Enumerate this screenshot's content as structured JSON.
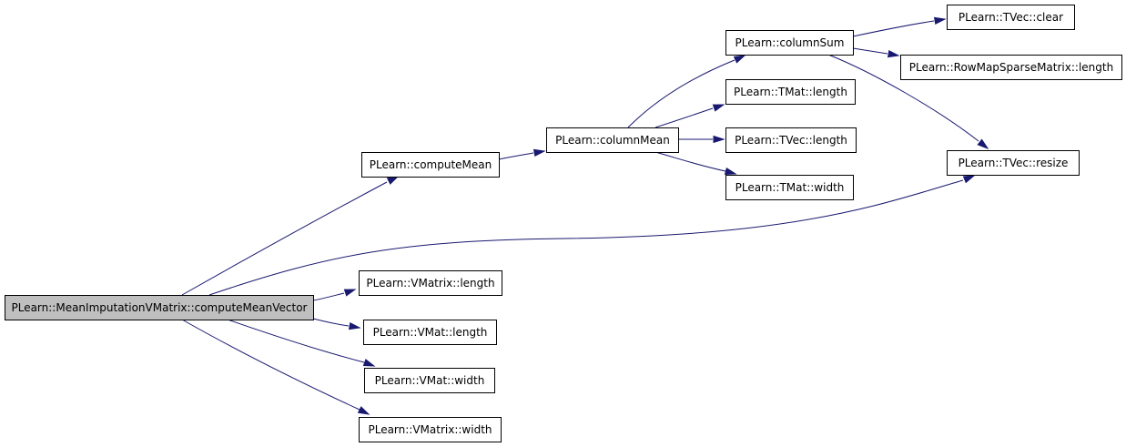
{
  "diagram": {
    "type": "call-graph",
    "colors": {
      "edge": "#191970",
      "node_fill": "#ffffff",
      "root_fill": "#bfbfbf",
      "node_border": "#000000"
    },
    "nodes": [
      {
        "id": "root",
        "label": "PLearn::MeanImputationVMatrix::computeMeanVector",
        "root": true
      },
      {
        "id": "computeMean",
        "label": "PLearn::computeMean"
      },
      {
        "id": "columnMean",
        "label": "PLearn::columnMean"
      },
      {
        "id": "columnSum",
        "label": "PLearn::columnSum"
      },
      {
        "id": "tvecClear",
        "label": "PLearn::TVec::clear"
      },
      {
        "id": "rowmapLength",
        "label": "PLearn::RowMapSparseMatrix::length"
      },
      {
        "id": "tmatLength",
        "label": "PLearn::TMat::length"
      },
      {
        "id": "tvecLength",
        "label": "PLearn::TVec::length"
      },
      {
        "id": "tvecResize",
        "label": "PLearn::TVec::resize"
      },
      {
        "id": "tmatWidth",
        "label": "PLearn::TMat::width"
      },
      {
        "id": "vmatrixLength",
        "label": "PLearn::VMatrix::length"
      },
      {
        "id": "vmatLength",
        "label": "PLearn::VMat::length"
      },
      {
        "id": "vmatWidth",
        "label": "PLearn::VMat::width"
      },
      {
        "id": "vmatrixWidth",
        "label": "PLearn::VMatrix::width"
      }
    ],
    "edges": [
      {
        "from": "root",
        "to": "computeMean"
      },
      {
        "from": "root",
        "to": "tvecResize"
      },
      {
        "from": "root",
        "to": "vmatrixLength"
      },
      {
        "from": "root",
        "to": "vmatLength"
      },
      {
        "from": "root",
        "to": "vmatWidth"
      },
      {
        "from": "root",
        "to": "vmatrixWidth"
      },
      {
        "from": "computeMean",
        "to": "columnMean"
      },
      {
        "from": "columnMean",
        "to": "columnSum"
      },
      {
        "from": "columnMean",
        "to": "tmatLength"
      },
      {
        "from": "columnMean",
        "to": "tvecLength"
      },
      {
        "from": "columnMean",
        "to": "tmatWidth"
      },
      {
        "from": "columnSum",
        "to": "tvecClear"
      },
      {
        "from": "columnSum",
        "to": "rowmapLength"
      },
      {
        "from": "columnSum",
        "to": "tvecResize"
      }
    ]
  }
}
